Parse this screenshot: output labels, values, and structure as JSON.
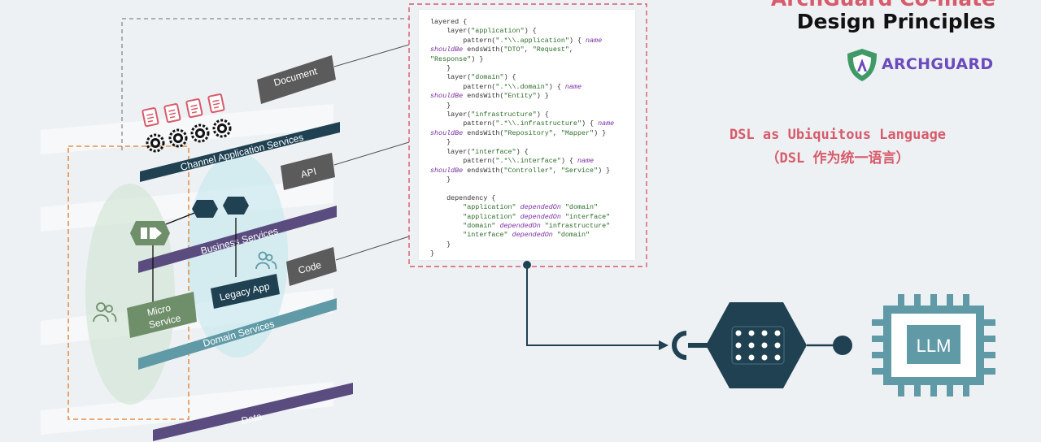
{
  "header": {
    "title_top": "ArchGuard Co-mate",
    "title": "Design Principles",
    "brand": "ARCHGUARD"
  },
  "diagram": {
    "layers": {
      "channel": "Channel Application Services",
      "business": "Business Services",
      "domain": "Domain Services",
      "data": "Data"
    },
    "tags": {
      "document": "Document",
      "api": "API",
      "code": "Code"
    },
    "nodes": {
      "micro_service": [
        "Micro",
        "Service"
      ],
      "legacy_app": "Legacy App"
    },
    "llm": "LLM"
  },
  "code": [
    [
      [
        "layered {",
        "p"
      ]
    ],
    [
      [
        "    layer(",
        "p"
      ],
      [
        "\"application\"",
        "s"
      ],
      [
        ") {",
        "p"
      ]
    ],
    [
      [
        "        pattern(",
        "p"
      ],
      [
        "\".*\\\\.application\"",
        "s"
      ],
      [
        ") { ",
        "p"
      ],
      [
        "name",
        "k"
      ]
    ],
    [
      [
        "shouldBe",
        "k"
      ],
      [
        " endsWith(",
        "p"
      ],
      [
        "\"DTO\"",
        "s"
      ],
      [
        ", ",
        "p"
      ],
      [
        "\"Request\"",
        "s"
      ],
      [
        ",",
        "p"
      ]
    ],
    [
      [
        "\"Response\"",
        "s"
      ],
      [
        ") }",
        "p"
      ]
    ],
    [
      [
        "    }",
        "p"
      ]
    ],
    [
      [
        "    layer(",
        "p"
      ],
      [
        "\"domain\"",
        "s"
      ],
      [
        ") {",
        "p"
      ]
    ],
    [
      [
        "        pattern(",
        "p"
      ],
      [
        "\".*\\\\.domain\"",
        "s"
      ],
      [
        ") { ",
        "p"
      ],
      [
        "name",
        "k"
      ]
    ],
    [
      [
        "shouldBe",
        "k"
      ],
      [
        " endsWith(",
        "p"
      ],
      [
        "\"Entity\"",
        "s"
      ],
      [
        ") }",
        "p"
      ]
    ],
    [
      [
        "    }",
        "p"
      ]
    ],
    [
      [
        "    layer(",
        "p"
      ],
      [
        "\"infrastructure\"",
        "s"
      ],
      [
        ") {",
        "p"
      ]
    ],
    [
      [
        "        pattern(",
        "p"
      ],
      [
        "\".*\\\\.infrastructure\"",
        "s"
      ],
      [
        ") { ",
        "p"
      ],
      [
        "name",
        "k"
      ]
    ],
    [
      [
        "shouldBe",
        "k"
      ],
      [
        " endsWith(",
        "p"
      ],
      [
        "\"Repository\"",
        "s"
      ],
      [
        ", ",
        "p"
      ],
      [
        "\"Mapper\"",
        "s"
      ],
      [
        ") }",
        "p"
      ]
    ],
    [
      [
        "    }",
        "p"
      ]
    ],
    [
      [
        "    layer(",
        "p"
      ],
      [
        "\"interface\"",
        "s"
      ],
      [
        ") {",
        "p"
      ]
    ],
    [
      [
        "        pattern(",
        "p"
      ],
      [
        "\".*\\\\.interface\"",
        "s"
      ],
      [
        ") { ",
        "p"
      ],
      [
        "name",
        "k"
      ]
    ],
    [
      [
        "shouldBe",
        "k"
      ],
      [
        " endsWith(",
        "p"
      ],
      [
        "\"Controller\"",
        "s"
      ],
      [
        ", ",
        "p"
      ],
      [
        "\"Service\"",
        "s"
      ],
      [
        ") }",
        "p"
      ]
    ],
    [
      [
        "    }",
        "p"
      ]
    ],
    [
      [
        "",
        "p"
      ]
    ],
    [
      [
        "    dependency {",
        "p"
      ]
    ],
    [
      [
        "        ",
        "p"
      ],
      [
        "\"application\"",
        "s"
      ],
      [
        " ",
        "p"
      ],
      [
        "dependedOn",
        "k"
      ],
      [
        " ",
        "p"
      ],
      [
        "\"domain\"",
        "s"
      ]
    ],
    [
      [
        "        ",
        "p"
      ],
      [
        "\"application\"",
        "s"
      ],
      [
        " ",
        "p"
      ],
      [
        "dependedOn",
        "k"
      ],
      [
        " ",
        "p"
      ],
      [
        "\"interface\"",
        "s"
      ]
    ],
    [
      [
        "        ",
        "p"
      ],
      [
        "\"domain\"",
        "s"
      ],
      [
        " ",
        "p"
      ],
      [
        "dependedOn",
        "k"
      ],
      [
        " ",
        "p"
      ],
      [
        "\"infrastructure\"",
        "s"
      ]
    ],
    [
      [
        "        ",
        "p"
      ],
      [
        "\"interface\"",
        "s"
      ],
      [
        " ",
        "p"
      ],
      [
        "dependedOn",
        "k"
      ],
      [
        " ",
        "p"
      ],
      [
        "\"domain\"",
        "s"
      ]
    ],
    [
      [
        "    }",
        "p"
      ]
    ],
    [
      [
        "}",
        "p"
      ]
    ]
  ],
  "dsl": {
    "line1": "DSL as Ubiquitous Language",
    "line2": "（DSL 作为统一语言）"
  },
  "colors": {
    "accent_red": "#d75b6a",
    "navy": "#1f4152",
    "purple": "#5a4c7e",
    "teal": "#5f9aa6",
    "green": "#6f8f6a",
    "brand_purple": "#6a4bbd",
    "brand_green": "#3f9a68"
  },
  "icons": [
    "document-icon",
    "gear-icon",
    "users-icon",
    "hexagon-icon",
    "cpu-icon",
    "socket-icon"
  ]
}
